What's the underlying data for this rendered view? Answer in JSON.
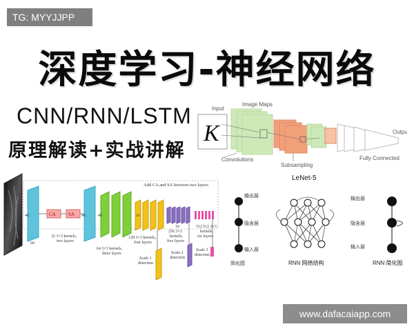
{
  "tag": "TG: MYYJJPP",
  "title": "深度学习-神经网络",
  "subtitle_models": "CNN/RNN/LSTM",
  "subtitle_desc": "原理解读+实战讲解",
  "watermark": "www.dafacaiapp.com",
  "lenet": {
    "input_label": "Input",
    "maps_label": "Image Maps",
    "output_label": "Output",
    "conv_label": "Convolutions",
    "sub_label": "Subsampling",
    "fc_label": "Fully Connected",
    "caption": "LeNet-5",
    "input_char": "K"
  },
  "detector": {
    "header": "Add CA and SA between two layers",
    "ca": "CA",
    "sa": "SA",
    "n40a": "40",
    "n40b": "40",
    "n40c": "40",
    "n60": "60",
    "n20": "20",
    "n10": "10",
    "n512": "512",
    "t32": "32 3×3 kernels,",
    "t32b": "two layers",
    "t64": "64 3×3 kernels,",
    "t64b": "three layers",
    "t128": "128 3×3 kernels,",
    "t128b": "four layers",
    "t256": "256 3×3",
    "t256b": "kernels,",
    "t256c": "five layers",
    "t512": "512 3×3",
    "t512b": "kernels,",
    "t512c": "six layers",
    "s1": "Scale 1",
    "s1b": "detection",
    "s2": "Scale 2",
    "s2b": "detection",
    "s3": "Scale 3",
    "s3b": "detection"
  },
  "rnn": {
    "out_label": "输出层",
    "hid_label": "隐含层",
    "in_label": "输入层",
    "simple": "简化图",
    "net_caption": "RNN 网络结构",
    "simple_caption": "RNN 简化图"
  },
  "colors": {
    "cyan": "#5fc3dc",
    "green": "#7fcf3a",
    "yellow": "#f2c21a",
    "purple": "#8b6fc2",
    "pink": "#e84fa8",
    "salmon": "#f2a07a",
    "light_green": "#cde9b8"
  }
}
